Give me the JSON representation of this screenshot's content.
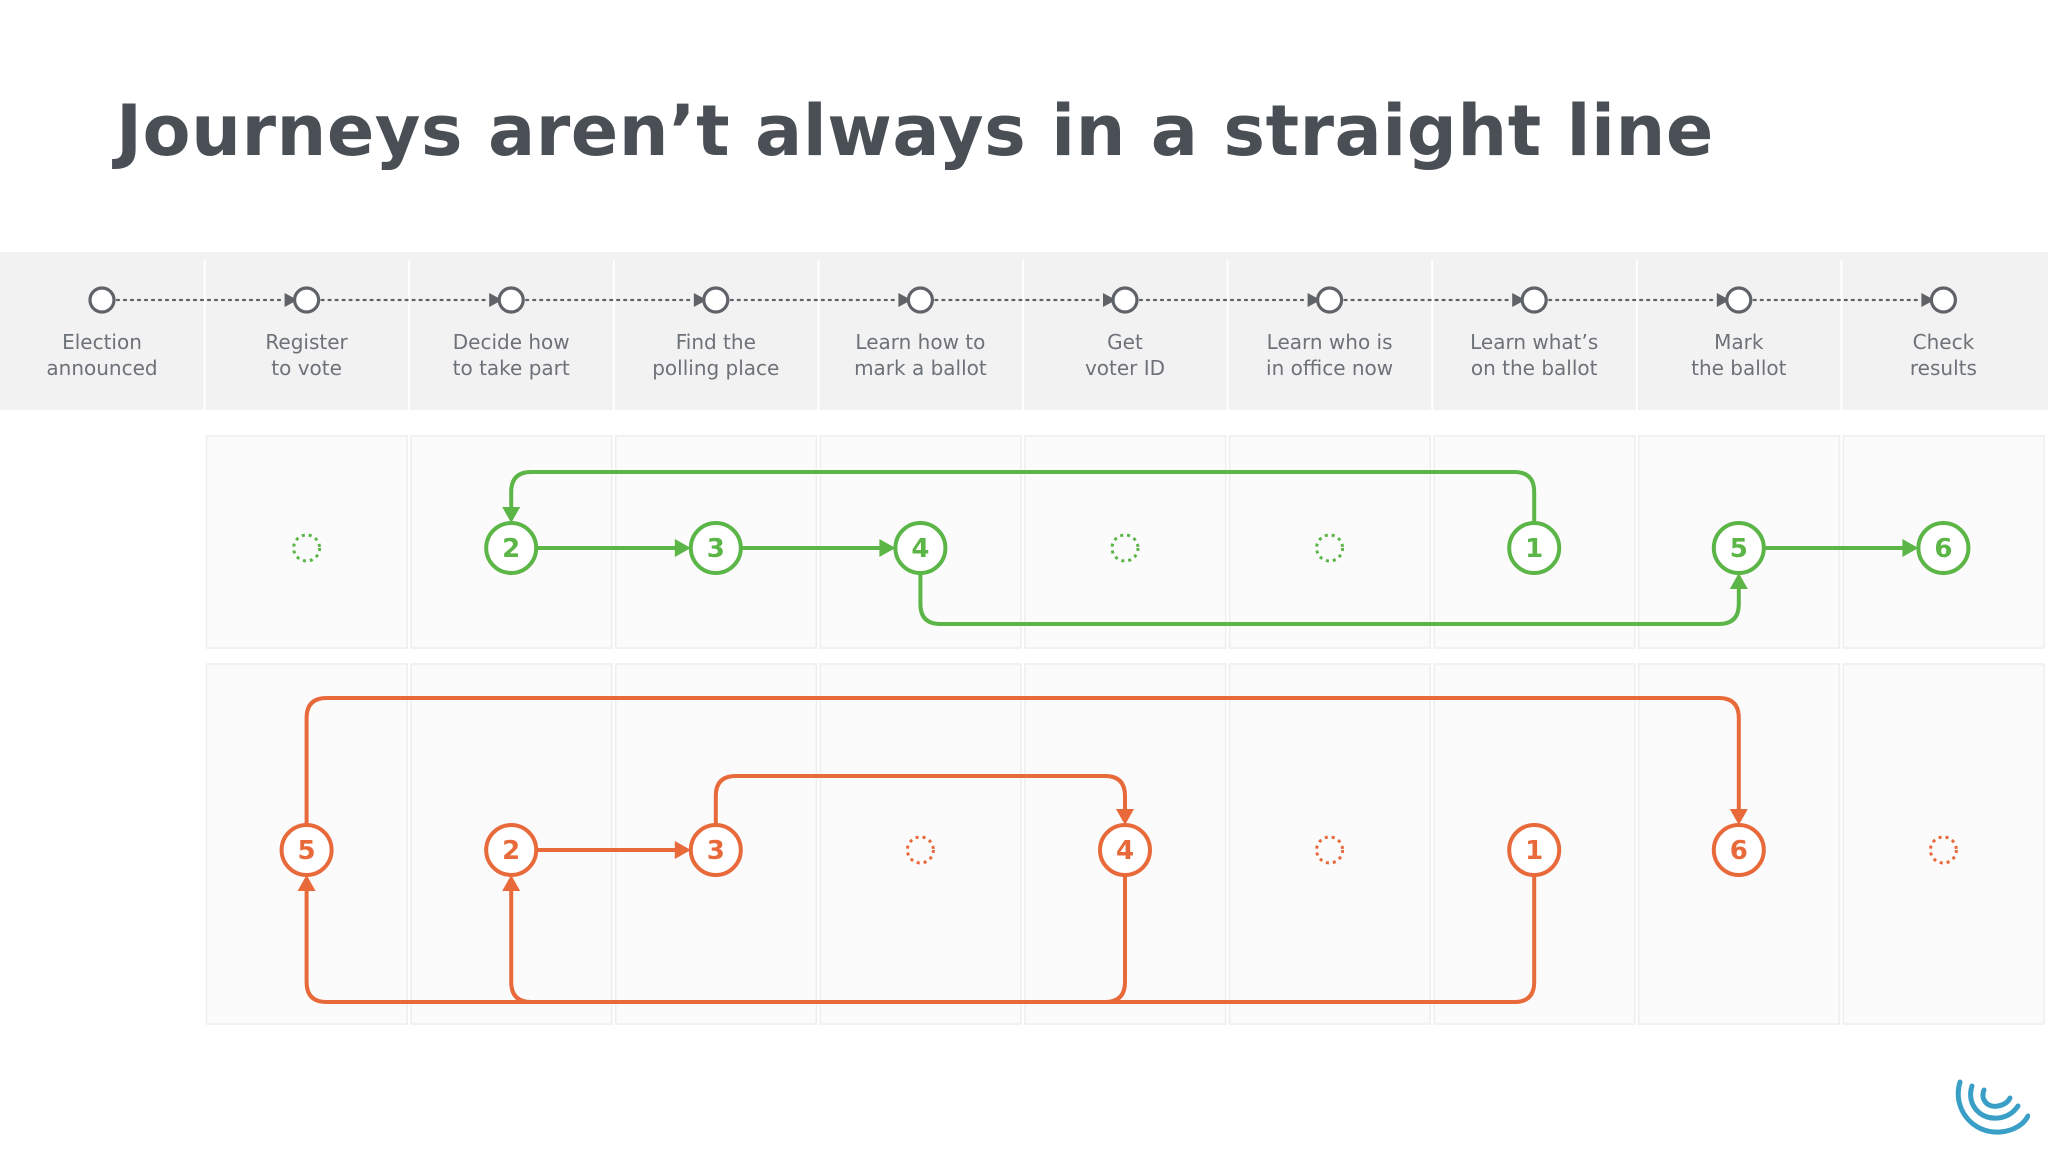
{
  "slide": {
    "title": "Journeys aren’t always in a straight line"
  },
  "stages": [
    {
      "line1": "Election",
      "line2": "announced"
    },
    {
      "line1": "Register",
      "line2": "to vote"
    },
    {
      "line1": "Decide how",
      "line2": "to take part"
    },
    {
      "line1": "Find the",
      "line2": "polling place"
    },
    {
      "line1": "Learn how to",
      "line2": "mark a ballot"
    },
    {
      "line1": "Get",
      "line2": "voter ID"
    },
    {
      "line1": "Learn who is",
      "line2": "in office now"
    },
    {
      "line1": "Learn what’s",
      "line2": "on the ballot"
    },
    {
      "line1": "Mark",
      "line2": "the ballot"
    },
    {
      "line1": "Check",
      "line2": "results"
    }
  ],
  "journeys": [
    {
      "color": "#5cb547",
      "steps": [
        {
          "label": "1",
          "stage": 7
        },
        {
          "label": "2",
          "stage": 2
        },
        {
          "label": "3",
          "stage": 3
        },
        {
          "label": "4",
          "stage": 4
        },
        {
          "label": "5",
          "stage": 8
        },
        {
          "label": "6",
          "stage": 9
        }
      ],
      "skipped_stages": [
        1,
        5,
        6
      ]
    },
    {
      "color": "#e8693a",
      "steps": [
        {
          "label": "1",
          "stage": 7
        },
        {
          "label": "2",
          "stage": 2
        },
        {
          "label": "3",
          "stage": 3
        },
        {
          "label": "4",
          "stage": 5
        },
        {
          "label": "5",
          "stage": 1
        },
        {
          "label": "6",
          "stage": 8
        }
      ],
      "skipped_stages": [
        4,
        6,
        9
      ]
    }
  ],
  "colors": {
    "title": "#4a4f56",
    "stage_band": "#f2f2f2",
    "stage_marker": "#5f6368",
    "logo": "#3a9fc7"
  },
  "icons": {
    "skipped": "dotted-circle-icon",
    "logo": "concentric-swirl-logo"
  }
}
